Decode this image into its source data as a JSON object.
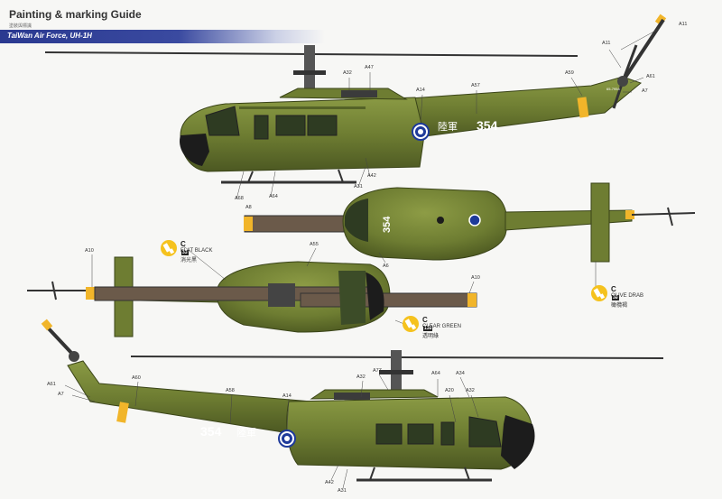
{
  "header": {
    "title": "Painting & marking Guide",
    "subtitle_cn": "塗裝與標識",
    "banner": "TaiWan Air Force, UH-1H"
  },
  "paints": [
    {
      "code": "C",
      "number": "33",
      "name": "FLAT BLACK",
      "name_cn": "消光黑"
    },
    {
      "code": "C",
      "number": "138",
      "name": "CLEAR GREEN",
      "name_cn": "透明綠"
    },
    {
      "code": "C",
      "number": "38",
      "name": "OLIVE DRAB",
      "name_cn": "橄欖褐"
    }
  ],
  "markings": {
    "serial": "354",
    "service_text": "陸軍",
    "tail_text": "65-7954"
  },
  "callouts": {
    "top_view": [
      "A11",
      "A11",
      "A32",
      "A47",
      "A14",
      "A57",
      "A59",
      "A61",
      "A7",
      "A42",
      "A31",
      "A68",
      "A8",
      "A64"
    ],
    "plan_view": [
      "A6",
      "A10",
      "A55",
      "A10"
    ],
    "bottom_view": [
      "A61",
      "A7",
      "A60",
      "A58",
      "A14",
      "A32",
      "A77",
      "A64",
      "A34",
      "A20",
      "A32",
      "A42",
      "A31"
    ]
  },
  "colors": {
    "olive": "#6e7d32",
    "olive_dark": "#4f5c22",
    "olive_light": "#8a9a44",
    "yellow": "#f1b52a",
    "black": "#1c1c1c",
    "banner": "#2a3990",
    "roundel_blue": "#1e3a9a"
  }
}
